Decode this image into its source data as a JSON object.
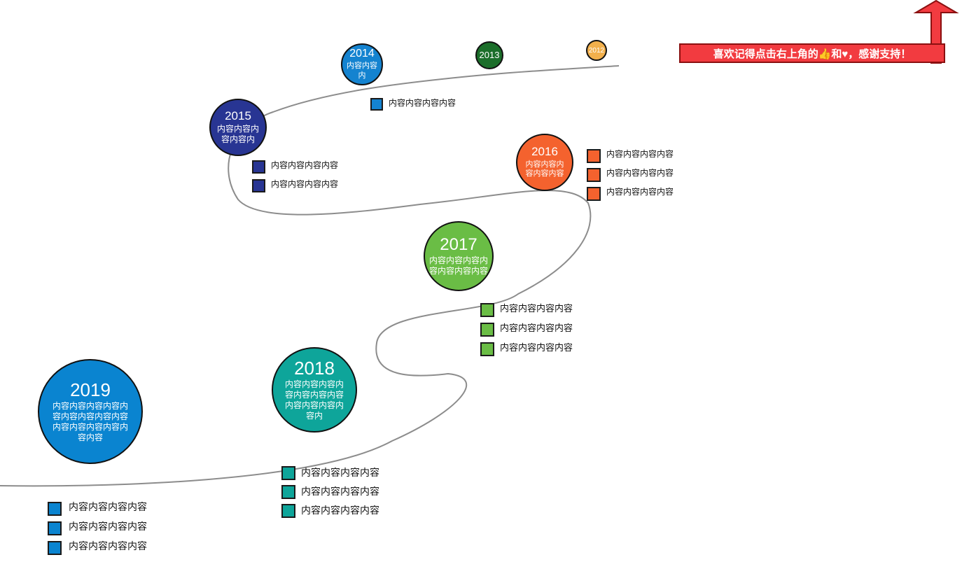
{
  "banner": {
    "text": "喜欢记得点击右上角的👍和♥，感谢支持！",
    "color": "#f23b40"
  },
  "milestones": [
    {
      "year": "2012",
      "content": "",
      "color": "#f2b04c",
      "items": []
    },
    {
      "year": "2013",
      "content": "",
      "color": "#1b6e2a",
      "items": []
    },
    {
      "year": "2014",
      "content": "内容内容内",
      "color": "#1483d0",
      "items": [
        "内容内容内容内容"
      ]
    },
    {
      "year": "2015",
      "content": "内容内容内容内容内",
      "color": "#283593",
      "items": [
        "内容内容内容内容",
        "内容内容内容内容"
      ]
    },
    {
      "year": "2016",
      "content": "内容内容内容内容内容",
      "color": "#f4622e",
      "items": [
        "内容内容内容内容",
        "内容内容内容内容",
        "内容内容内容内容"
      ]
    },
    {
      "year": "2017",
      "content": "内容内容内容内容内容内容内容",
      "color": "#6abd45",
      "items": [
        "内容内容内容内容",
        "内容内容内容内容",
        "内容内容内容内容"
      ]
    },
    {
      "year": "2018",
      "content": "内容内容内容内容内容内容内容内容内容内容内容内",
      "color": "#0ea59a",
      "items": [
        "内容内容内容内容",
        "内容内容内容内容",
        "内容内容内容内容"
      ]
    },
    {
      "year": "2019",
      "content": "内容内容内容内容内容内容内容内容内容内容内容内容内容内容内容",
      "color": "#0a84d0",
      "items": [
        "内容内容内容内容",
        "内容内容内容内容",
        "内容内容内容内容"
      ]
    }
  ]
}
